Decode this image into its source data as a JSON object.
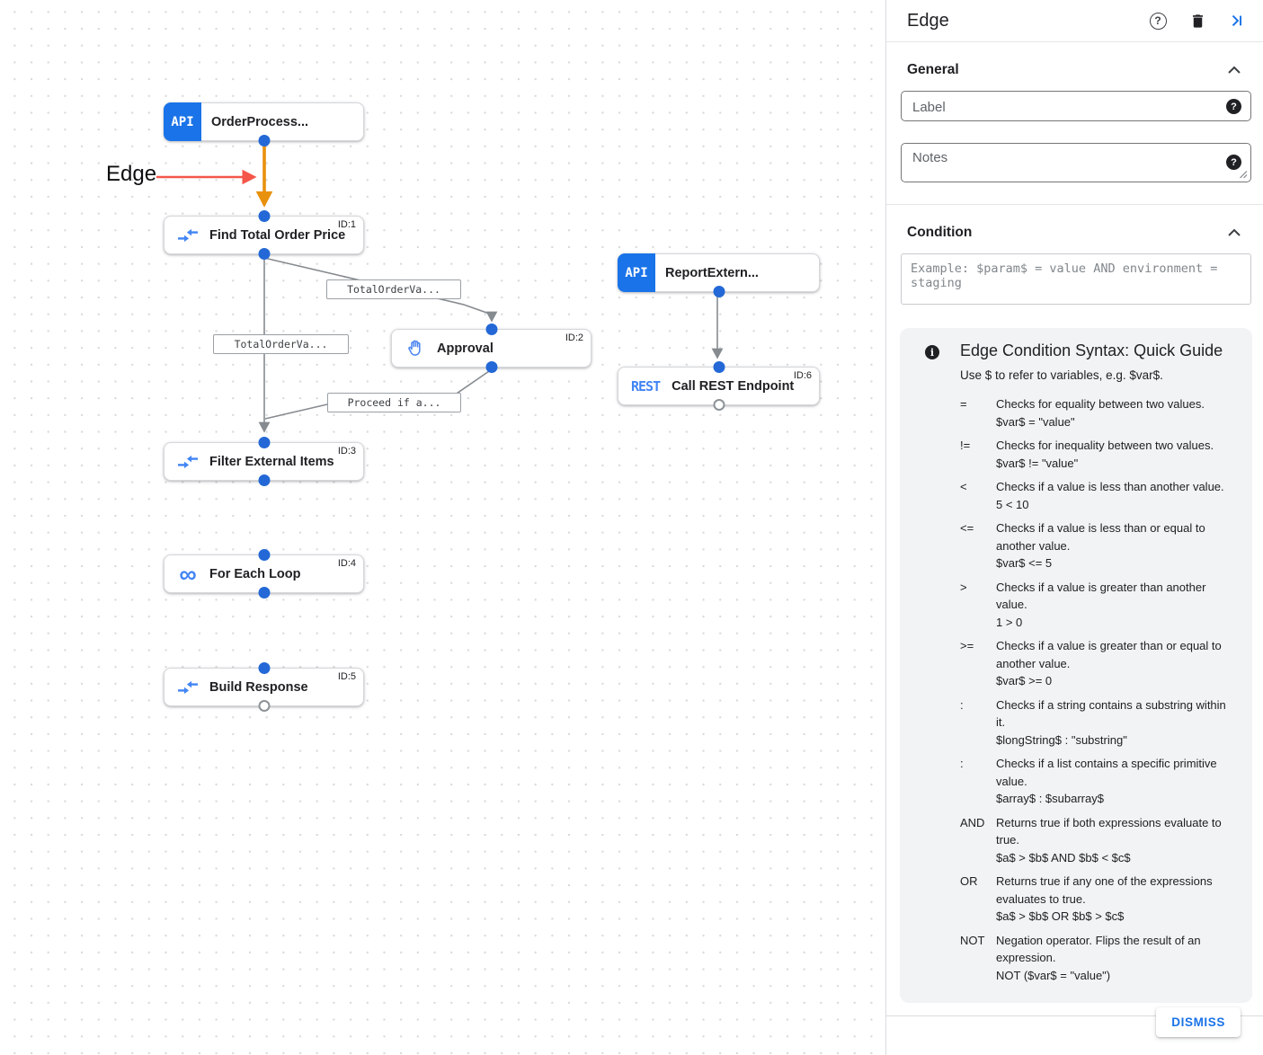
{
  "canvas": {
    "annotation_label": "Edge",
    "nodes": {
      "order": {
        "badge": "API",
        "title": "OrderProcess..."
      },
      "find": {
        "title": "Find Total Order Price",
        "id": "ID:1"
      },
      "approval": {
        "title": "Approval",
        "id": "ID:2"
      },
      "report": {
        "badge": "API",
        "title": "ReportExtern..."
      },
      "rest": {
        "badge": "REST",
        "title": "Call REST Endpoint",
        "id": "ID:6"
      },
      "filter": {
        "title": "Filter External Items",
        "id": "ID:3"
      },
      "foreach": {
        "title": "For Each Loop",
        "id": "ID:4"
      },
      "build": {
        "title": "Build Response",
        "id": "ID:5"
      }
    },
    "edge_labels": {
      "l1": "TotalOrderVa...",
      "l2": "TotalOrderVa...",
      "l3": "Proceed if a..."
    }
  },
  "icons": {
    "help_glyph": "?",
    "help_filled_glyph": "?",
    "info_glyph": "i",
    "infinity_glyph": "∞"
  },
  "panel": {
    "title": "Edge",
    "general": {
      "heading": "General",
      "label_placeholder": "Label",
      "notes_placeholder": "Notes"
    },
    "condition": {
      "heading": "Condition",
      "placeholder": "Example: $param$ = value AND environment = staging"
    },
    "guide": {
      "title": "Edge Condition Syntax: Quick Guide",
      "intro": "Use $ to refer to variables, e.g. $var$.",
      "rows": [
        {
          "op": "=",
          "desc": "Checks for equality between two values.",
          "example": "$var$ = \"value\""
        },
        {
          "op": "!=",
          "desc": "Checks for inequality between two values.",
          "example": "$var$ != \"value\""
        },
        {
          "op": "<",
          "desc": "Checks if a value is less than another value.",
          "example": "5 < 10"
        },
        {
          "op": "<=",
          "desc": "Checks if a value is less than or equal to another value.",
          "example": "$var$ <= 5"
        },
        {
          "op": ">",
          "desc": "Checks if a value is greater than another value.",
          "example": "1 > 0"
        },
        {
          "op": ">=",
          "desc": "Checks if a value is greater than or equal to another value.",
          "example": "$var$ >= 0"
        },
        {
          "op": ":",
          "desc": "Checks if a string contains a substring within it.",
          "example": "$longString$ : \"substring\""
        },
        {
          "op": ":",
          "desc": "Checks if a list contains a specific primitive value.",
          "example": "$array$ : $subarray$"
        },
        {
          "op": "AND",
          "desc": "Returns true if both expressions evaluate to true.",
          "example": "$a$ > $b$ AND $b$ < $c$"
        },
        {
          "op": "OR",
          "desc": "Returns true if any one of the expressions evaluates to true.",
          "example": "$a$ > $b$ OR $b$ > $c$"
        },
        {
          "op": "NOT",
          "desc": "Negation operator. Flips the result of an expression.",
          "example": "NOT ($var$ = \"value\")"
        }
      ]
    },
    "dismiss_label": "DISMISS"
  },
  "colors": {
    "accent": "#1a73e8",
    "node_icon_blue": "#4285f4",
    "selected_edge_orange": "#e8910c",
    "annotation_red": "#f4564a",
    "edge_gray": "#868b90"
  }
}
